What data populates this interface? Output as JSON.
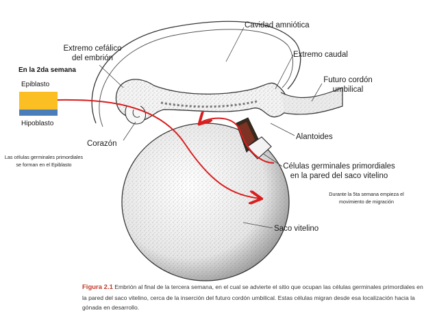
{
  "labels": {
    "amniotic_cavity": "Cavidad amniótica",
    "cephalic_end": "Extremo cefálico\ndel embrión",
    "caudal_end": "Extremo caudal",
    "umbilical_cord": "Futuro cordón\numbilical",
    "allantois": "Alantoides",
    "heart": "Corazón",
    "germ_cells": "Células germinales primordiales\nen la pared del saco vitelino",
    "yolk_sac": "Saco vitelino"
  },
  "notes": {
    "week2_title": "En la 2da semana",
    "epiblast": "Epiblasto",
    "hypoblast": "Hipoblasto",
    "origin": "Las células germinales primordiales se forman en el Epiblasto",
    "migration": "Durante la 5ta semana empieza el movimiento de migración"
  },
  "caption": {
    "figure": "Figura 2.1",
    "text": "Embrión al final de la tercera semana, en el cual se advierte el sitio que ocupan las células germinales primordiales en la pared del saco vitelino, cerca de la inserción del futuro cordón umbilical. Estas células migran desde esa localización hacia la gónada en desarrollo."
  },
  "colors": {
    "epiblast": "#fbbf24",
    "hypoblast": "#4a7ebb",
    "arrow": "#d81e1e",
    "caption_figure": "#c0392b"
  }
}
